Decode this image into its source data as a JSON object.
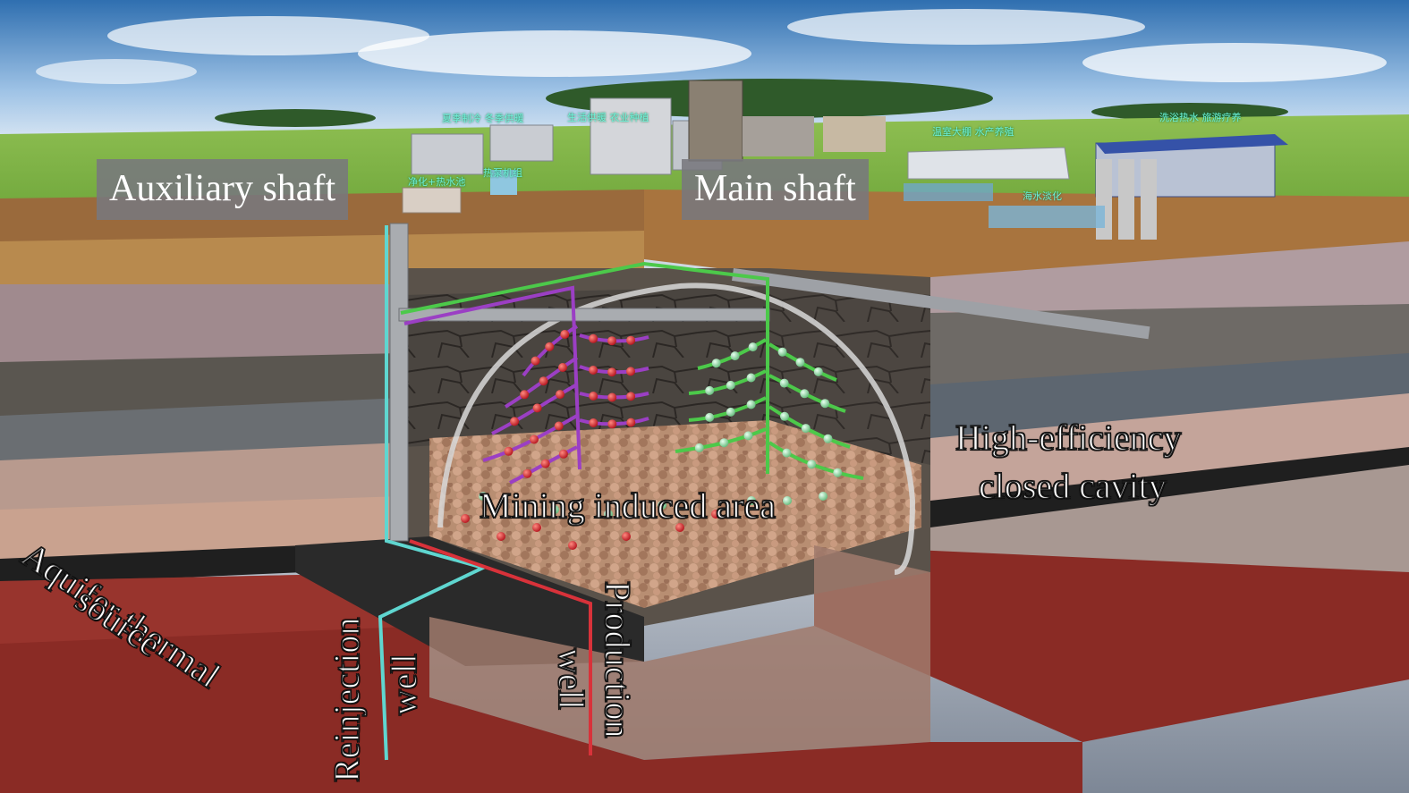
{
  "labels": {
    "auxiliary_shaft": "Auxiliary shaft",
    "main_shaft": "Main shaft",
    "high_efficiency_line1": "High-efficiency",
    "high_efficiency_line2": "closed cavity",
    "mining_induced_area": "Mining induced area",
    "aquifer_line1": "Aquifer thermal",
    "aquifer_line2": "source",
    "reinjection_line1": "Reinjection",
    "reinjection_line2": "well",
    "production_line1": "Production",
    "production_line2": "well"
  },
  "surface_signs": [
    "夏季制冷 冬季供暖",
    "生活供暖 农业种植",
    "净化+热水池",
    "热泵机组",
    "温室大棚 水产养殖",
    "洗浴热水 旅游疗养",
    "海水淡化"
  ],
  "colors": {
    "reinjection_pipe": "#5fd6d0",
    "production_pipe": "#d8323a",
    "purple_network": "#9b3fc4",
    "green_network": "#4cc94a",
    "grass": "#6fa33c",
    "sky_top": "#2f6fb0",
    "rock_red": "#8a2b25"
  }
}
